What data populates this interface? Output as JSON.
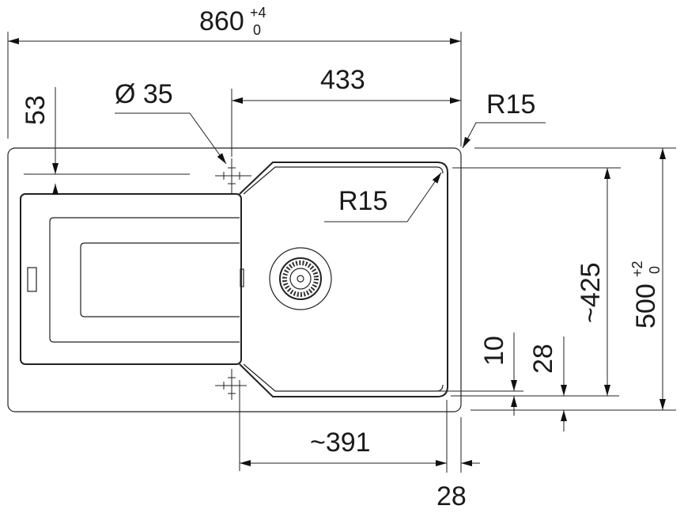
{
  "title": "Sink cut-out dimension drawing",
  "dimensions": {
    "overall_width": {
      "value": "860",
      "tol_upper": "+4",
      "tol_lower": "0"
    },
    "overall_depth": {
      "value": "500",
      "tol_upper": "+2",
      "tol_lower": "0"
    },
    "tap_hole_diameter": "Ø 35",
    "tap_to_edge": "433",
    "edge_offset": "53",
    "outer_radius": "R15",
    "bowl_radius": "R15",
    "bowl_depth": "~425",
    "bowl_width": "~391",
    "rim_bottom": "10",
    "rim_right_bottom": "28",
    "rim_right": "28"
  },
  "colors": {
    "line": "#222222",
    "background": "#ffffff"
  }
}
